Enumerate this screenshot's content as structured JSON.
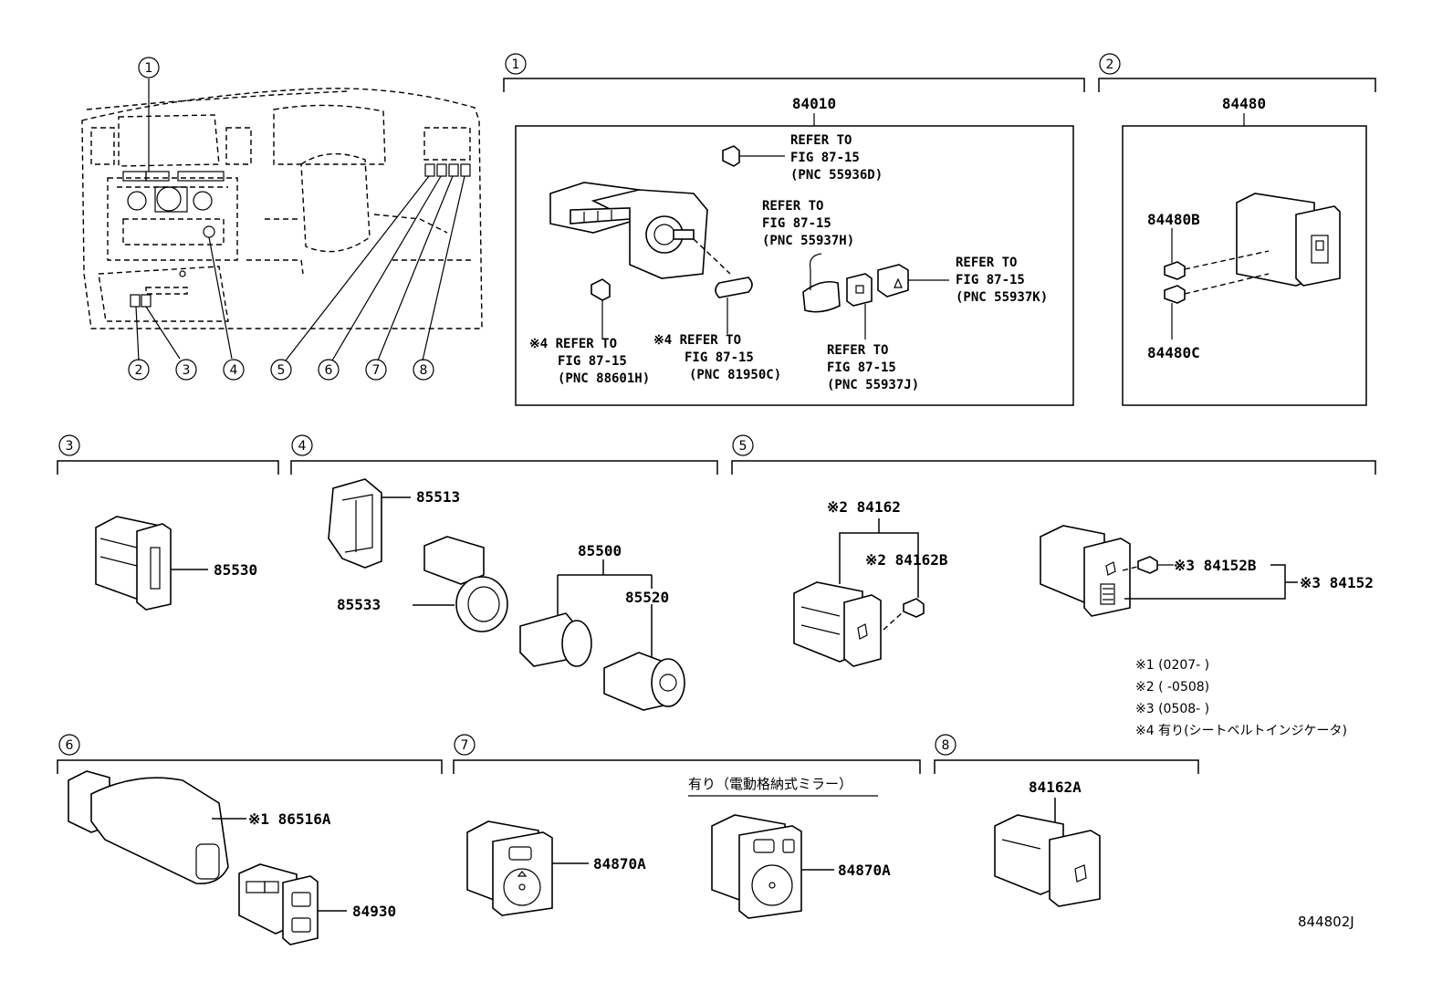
{
  "callouts": [
    "1",
    "2",
    "3",
    "4",
    "5",
    "6",
    "7",
    "8"
  ],
  "sections": {
    "s1": {
      "marker": "1",
      "assembly": "84010",
      "refs": {
        "a": {
          "l1": "REFER TO",
          "l2": "FIG 87-15",
          "l3": "(PNC 55936D)"
        },
        "b": {
          "l1": "REFER TO",
          "l2": "FIG 87-15",
          "l3": "(PNC 55937H)"
        },
        "c": {
          "l1": "REFER TO",
          "l2": "FIG 87-15",
          "l3": "(PNC 55937K)"
        },
        "d": {
          "l1": "※4 REFER TO",
          "l2": "FIG 87-15",
          "l3": "(PNC 88601H)"
        },
        "e": {
          "l1": "※4 REFER TO",
          "l2": "FIG 87-15",
          "l3": "(PNC 81950C)"
        },
        "f": {
          "l1": "REFER TO",
          "l2": "FIG 87-15",
          "l3": "(PNC 55937J)"
        }
      }
    },
    "s2": {
      "marker": "2",
      "assembly": "84480",
      "parts": [
        "84480B",
        "84480C"
      ]
    },
    "s3": {
      "marker": "3",
      "parts": [
        "85530"
      ]
    },
    "s4": {
      "marker": "4",
      "parts": [
        "85513",
        "85533",
        "85500",
        "85520"
      ]
    },
    "s5": {
      "marker": "5",
      "parts": [
        "※2 84162",
        "※2 84162B",
        "※3 84152B",
        "※3 84152"
      ]
    },
    "s6": {
      "marker": "6",
      "parts": [
        "※1 86516A",
        "84930"
      ]
    },
    "s7": {
      "marker": "7",
      "caption": "有り（電動格納式ミラー）",
      "parts": [
        "84870A",
        "84870A"
      ]
    },
    "s8": {
      "marker": "8",
      "parts": [
        "84162A"
      ]
    }
  },
  "notes": [
    "※1 (0207-      )",
    "※2 (      -0508)",
    "※3 (0508-      )",
    "※4 有り(シートベルトインジケータ)"
  ],
  "figure_code": "844802J"
}
